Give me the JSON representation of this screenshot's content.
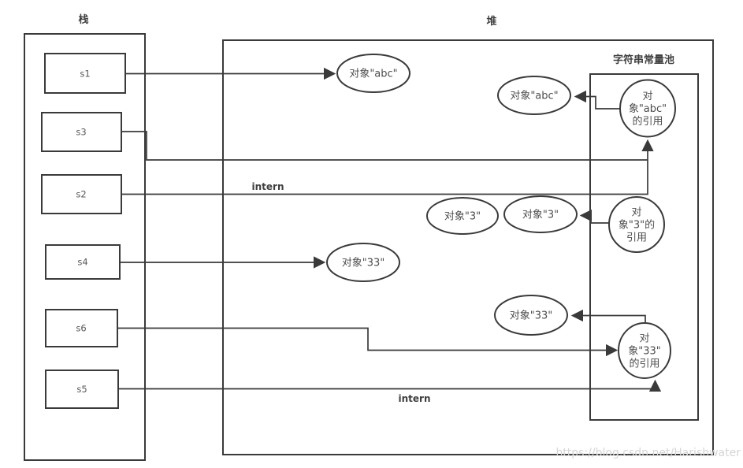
{
  "diagram": {
    "regions": {
      "stack_label": "栈",
      "heap_label": "堆",
      "pool_label": "字符串常量池"
    },
    "stack_vars": {
      "s1": "s1",
      "s3": "s3",
      "s2": "s2",
      "s4": "s4",
      "s6": "s6",
      "s5": "s5"
    },
    "heap_objects": {
      "abc_1": "对象\"abc\"",
      "abc_2": "对象\"abc\"",
      "three_1": "对象\"3\"",
      "three_2": "对象\"3\"",
      "thirtythree_1": "对象\"33\"",
      "thirtythree_2": "对象\"33\""
    },
    "pool_refs": {
      "abc": {
        "l1": "对",
        "l2": "象\"abc\"",
        "l3": "的引用"
      },
      "three": {
        "l1": "对",
        "l2": "象\"3\"的",
        "l3": "引用"
      },
      "thirtythree": {
        "l1": "对",
        "l2": "象\"33\"",
        "l3": "的引用"
      }
    },
    "edge_labels": {
      "intern_1": "intern",
      "intern_2": "intern"
    },
    "watermark": "https://blog.csdn.net/Harishwater",
    "colors": {
      "stroke": "#3a3a3a",
      "text": "#4d4d4d",
      "watermark": "#d6d6d6"
    }
  }
}
